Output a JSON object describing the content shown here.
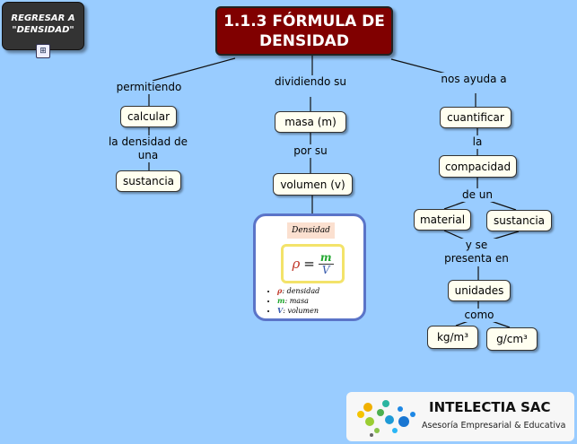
{
  "back_button": {
    "label_line1": "REGRESAR A",
    "label_line2": "\"DENSIDAD\"",
    "icon": "concept-map-icon"
  },
  "title": "1.1.3 FÓRMULA DE DENSIDAD",
  "left_branch": {
    "link1": "permitiendo",
    "node1": "calcular",
    "link2": "la densidad de una",
    "node2": "sustancia"
  },
  "center_branch": {
    "link1": "dividiendo su",
    "node1": "masa (m)",
    "link2": "por su",
    "node2": "volumen (v)"
  },
  "right_branch": {
    "link1": "nos ayuda a",
    "node1": "cuantificar",
    "link2": "la",
    "node2": "compacidad",
    "link3": "de un",
    "node3a": "material",
    "node3b": "sustancia",
    "link4": "y se presenta en",
    "node4": "unidades",
    "link5": "como",
    "node5a": "kg/m³",
    "node5b": "g/cm³"
  },
  "formula_card": {
    "title": "Densidad",
    "rho": "ρ",
    "equals": "=",
    "numerator": "m",
    "denominator": "V",
    "legend": [
      {
        "sym": "ρ",
        "text": ": densidad",
        "color": "#c0392b"
      },
      {
        "sym": "m",
        "text": ": masa",
        "color": "#22a830"
      },
      {
        "sym": "V",
        "text": ": volumen",
        "color": "#3a5cae"
      }
    ]
  },
  "logo": {
    "name": "INTELECTIA SAC",
    "tagline": "Asesoría Empresarial & Educativa"
  }
}
